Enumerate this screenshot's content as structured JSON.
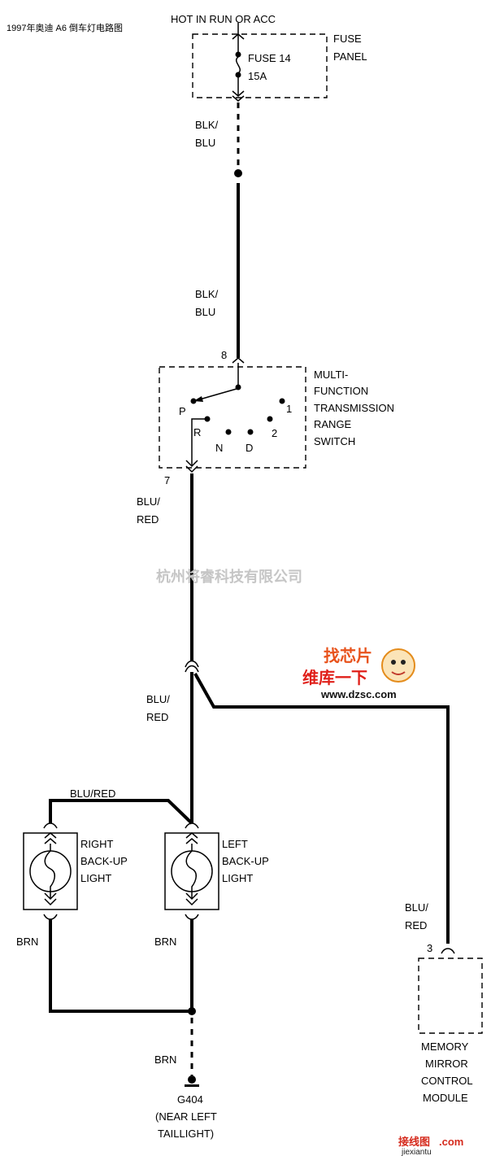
{
  "title": "1997年奥迪 A6 倒车灯电路图",
  "power": {
    "supply_label": "HOT IN RUN OR ACC",
    "fuse_panel_label": [
      "FUSE",
      "PANEL"
    ],
    "fuse_label": [
      "FUSE 14",
      "15A"
    ]
  },
  "wires": {
    "blk_blu_1": [
      "BLK/",
      "BLU"
    ],
    "blk_blu_2": [
      "BLK/",
      "BLU"
    ],
    "blu_red_1": [
      "BLU/",
      "RED"
    ],
    "blu_red_2": [
      "BLU/",
      "RED"
    ],
    "blu_red_3": "BLU/RED",
    "blu_red_4": [
      "BLU/",
      "RED"
    ],
    "brn_1": "BRN",
    "brn_2": "BRN",
    "brn_3": "BRN"
  },
  "switch": {
    "label": [
      "MULTI-",
      "FUNCTION",
      "TRANSMISSION",
      "RANGE",
      "SWITCH"
    ],
    "pin_in": "8",
    "pin_out": "7",
    "positions": [
      "P",
      "R",
      "N",
      "D",
      "2",
      "1"
    ]
  },
  "lights": {
    "right": [
      "RIGHT",
      "BACK-UP",
      "LIGHT"
    ],
    "left": [
      "LEFT",
      "BACK-UP",
      "LIGHT"
    ]
  },
  "module": {
    "pin": "3",
    "label": [
      "MEMORY",
      "MIRROR",
      "CONTROL",
      "MODULE"
    ]
  },
  "ground": {
    "label": [
      "G404",
      "(NEAR LEFT",
      "TAILLIGHT)"
    ]
  },
  "watermarks": {
    "company": "杭州将睿科技有限公司",
    "logo_top": "找芯片",
    "logo_mid": "维库一下",
    "logo_url": "www.dzsc.com",
    "bottom_logo": "接线图",
    "bottom_com": ".com",
    "bottom_url": "jiexiantu"
  }
}
